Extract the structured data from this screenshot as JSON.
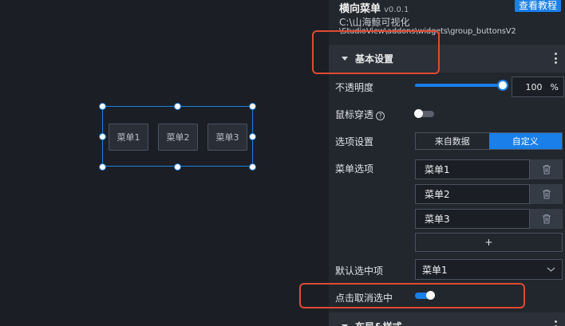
{
  "canvas": {
    "menu_buttons": [
      "菜单1",
      "菜单2",
      "菜单3"
    ]
  },
  "widget": {
    "title": "横向菜单",
    "version": "v0.0.1",
    "help_label": "查看教程",
    "path_line1": "C:\\山海鲸可视化",
    "path_line2": "\\StudioView\\addons\\widgets\\group_buttonsV2"
  },
  "basic_section": {
    "title": "基本设置",
    "opacity_label": "不透明度",
    "opacity_value": "100",
    "opacity_unit": "%",
    "opacity_fraction": 1.0,
    "mouse_through_label": "鼠标穿透",
    "mouse_through_on": false,
    "options_label": "选项设置",
    "options_tabs": [
      "来自数据",
      "自定义"
    ],
    "options_active": "自定义",
    "menu_options_label": "菜单选项",
    "menu_items": [
      "菜单1",
      "菜单2",
      "菜单3"
    ],
    "add_label": "+",
    "default_selected_label": "默认选中项",
    "default_selected_value": "菜单1",
    "click_cancel_label": "点击取消选中",
    "click_cancel_on": true
  },
  "layout_section": {
    "title": "布局&样式"
  },
  "colors": {
    "accent": "#1a7fe8",
    "highlight": "#e04a33"
  }
}
